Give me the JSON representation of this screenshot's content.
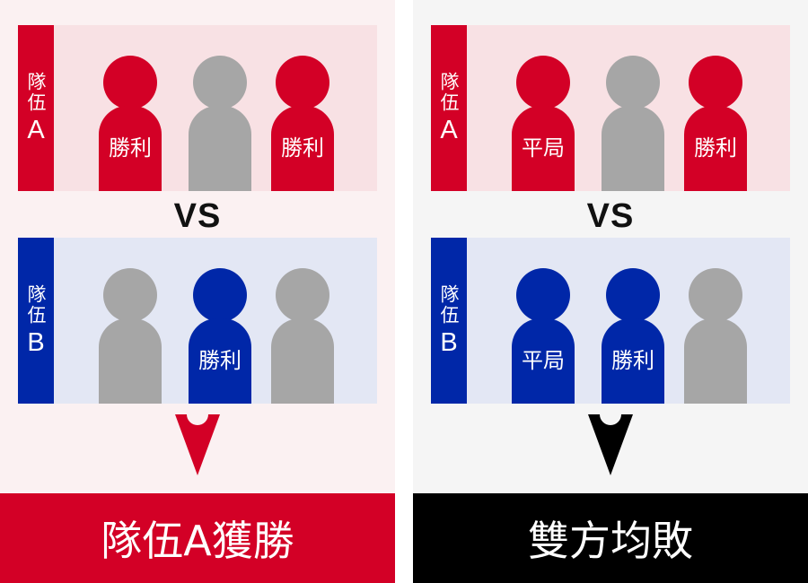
{
  "left": {
    "team_a": {
      "label": "隊伍",
      "letter": "A",
      "players": [
        "勝利",
        "",
        "勝利"
      ]
    },
    "vs": "VS",
    "team_b": {
      "label": "隊伍",
      "letter": "B",
      "players": [
        "",
        "勝利",
        ""
      ]
    },
    "result": "隊伍A獲勝"
  },
  "right": {
    "team_a": {
      "label": "隊伍",
      "letter": "A",
      "players": [
        "平局",
        "",
        "勝利"
      ]
    },
    "vs": "VS",
    "team_b": {
      "label": "隊伍",
      "letter": "B",
      "players": [
        "平局",
        "勝利",
        ""
      ]
    },
    "result": "雙方均敗"
  },
  "colors": {
    "team_a": "#d30026",
    "team_b": "#0027a8",
    "inactive": "#a6a6a6",
    "left_result_bg": "#d30026",
    "right_result_bg": "#000000"
  }
}
